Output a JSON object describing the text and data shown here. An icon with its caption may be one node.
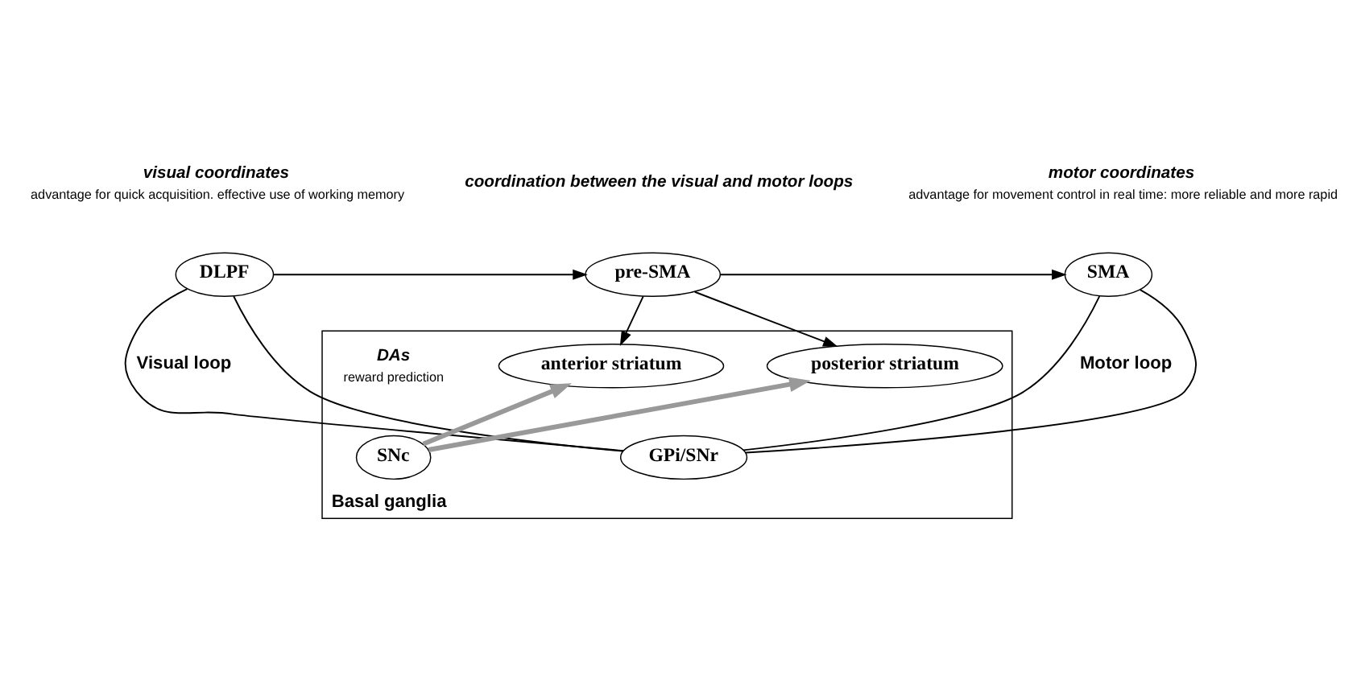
{
  "diagram": {
    "nodes": [
      {
        "text": [
          "DLPF"
        ],
        "beside": [
          "visual coordinates",
          "advantage for quick acquisition. effective use of working memory"
        ]
      },
      {
        "text": [
          "pre-SMA"
        ],
        "beside": [
          "coordination between the visual and motor loops"
        ]
      },
      {
        "text": [
          "SMA"
        ],
        "beside": [
          "motor coordinates",
          "advantage for movement control in real time: more reliable and more rapid"
        ]
      },
      {
        "text": [
          "Basal ganglia"
        ]
      },
      {
        "text": [
          "anterior striatum"
        ],
        "in": 3
      },
      {
        "text": [
          "posterior striatum"
        ],
        "in": 3
      },
      {
        "text": [
          "SNc"
        ],
        "in": 3,
        "beside": [
          "DAs",
          "reward prediction"
        ]
      },
      {
        "text": [
          "GPi/SNr"
        ],
        "in": 3
      }
    ],
    "edges": [
      {
        "from": 0,
        "to": 1,
        "arrow": "to"
      },
      {
        "from": 1,
        "to": 2,
        "arrow": "to"
      },
      {
        "from": 1,
        "to": 4,
        "arrow": "to"
      },
      {
        "from": 1,
        "to": 5,
        "arrow": "to"
      },
      {
        "from": 0,
        "to": 7,
        "arrow": "none",
        "label": "Visual loop"
      },
      {
        "from": 0,
        "to": 7,
        "arrow": "none"
      },
      {
        "from": 2,
        "to": 7,
        "arrow": "none",
        "label": "Motor loop"
      },
      {
        "from": 2,
        "to": 7,
        "arrow": "none"
      },
      {
        "from": 6,
        "to": 4,
        "arrow": "to",
        "style": "thick",
        "color": "#999999"
      },
      {
        "from": 6,
        "to": 5,
        "arrow": "to",
        "style": "thick",
        "color": "#999999"
      }
    ]
  }
}
